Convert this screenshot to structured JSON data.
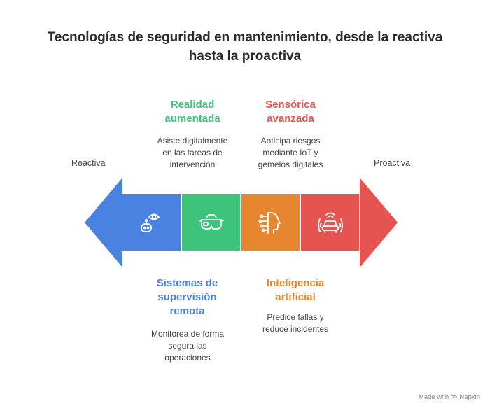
{
  "title": {
    "line1": "Tecnologías de seguridad en mantenimiento, desde la reactiva",
    "line2": "hasta la proactiva"
  },
  "ends": {
    "left": "Reactiva",
    "right": "Proactiva"
  },
  "stages": [
    {
      "name_lines": [
        "Sistemas de",
        "supervisión",
        "remota"
      ],
      "desc_lines": [
        "Monitorea de forma",
        "segura las",
        "operaciones"
      ],
      "color": "#4a82e2",
      "icon": "robot-eye-icon"
    },
    {
      "name_lines": [
        "Realidad",
        "aumentada"
      ],
      "desc_lines": [
        "Asiste digitalmente",
        "en las tareas de",
        "intervención"
      ],
      "color": "#3ec47a",
      "icon": "ar-glasses-icon"
    },
    {
      "name_lines": [
        "Inteligencia",
        "artificial"
      ],
      "desc_lines": [
        "Predice fallas y",
        "reduce incidentes"
      ],
      "color": "#e6862e",
      "icon": "ai-head-icon"
    },
    {
      "name_lines": [
        "Sensórica",
        "avanzada"
      ],
      "desc_lines": [
        "Anticipa riesgos",
        "mediante IoT y",
        "gemelos digitales"
      ],
      "color": "#e55451",
      "icon": "car-sensor-icon"
    }
  ],
  "footer": "Made with ≫ Napkin"
}
